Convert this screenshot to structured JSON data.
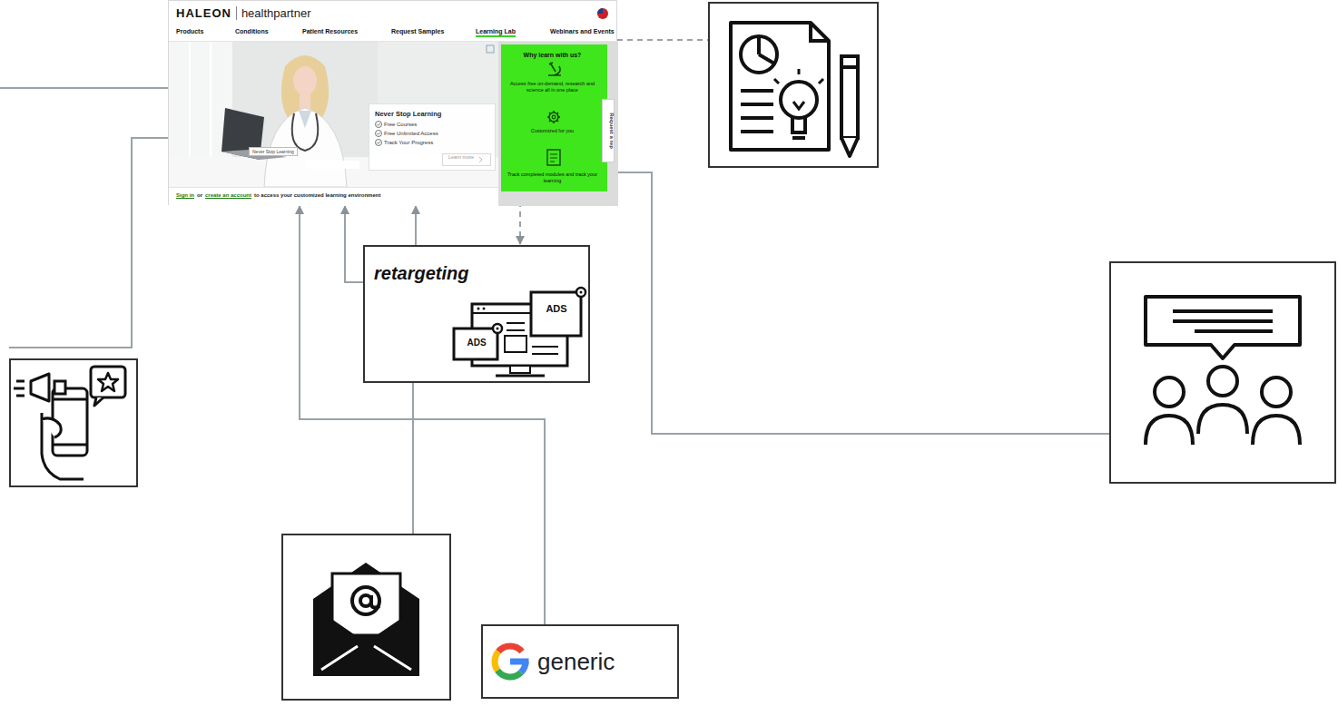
{
  "diagram": {
    "nodes": [
      {
        "text": [
          "HALEON",
          "healthpartner",
          "Products",
          "Conditions",
          "Patient Resources",
          "Request Samples",
          "Learning Lab",
          "Webinars and Events",
          "Never Stop Learning",
          "Sign in",
          "or",
          "create an account",
          "to access your customized learning environment"
        ]
      },
      {
        "text": [
          "Never Stop Learning",
          "Free Courses",
          "Free Unlimited Access",
          "Track Your Progress",
          "Learn more"
        ],
        "in": 0
      },
      {
        "text": [
          "Why learn with us?",
          "Access free on-demand, research and science all in one place",
          "Customized for you",
          "Track completed modules and track your learning"
        ],
        "in": 0
      },
      {
        "text": [
          "Request a rep"
        ],
        "in": 0
      },
      {
        "text": [
          "retargeting",
          "ADS",
          "ADS"
        ]
      },
      {
        "text": [
          "generic"
        ]
      }
    ],
    "edges": [
      {
        "from": 4,
        "to": 0,
        "arrow": "to"
      },
      {
        "from": 4,
        "to": 0,
        "arrow": "to"
      },
      {
        "from": 5,
        "to": 0,
        "arrow": "to"
      },
      {
        "from": 2,
        "to": 4,
        "arrow": "to"
      }
    ]
  }
}
